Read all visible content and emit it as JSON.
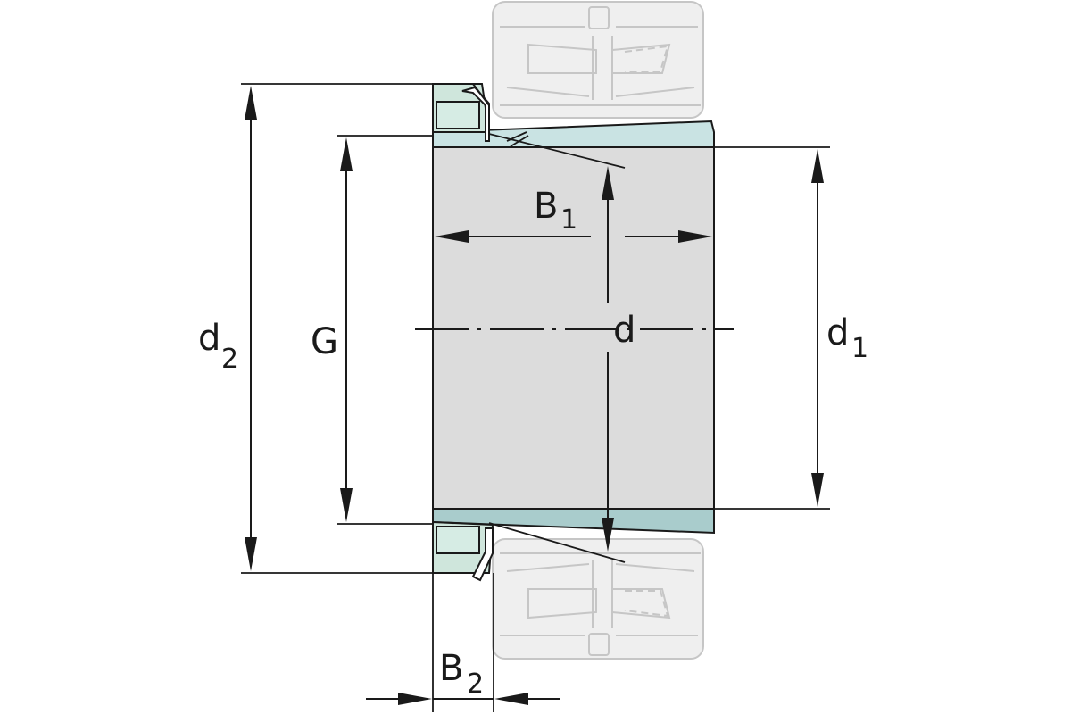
{
  "labels": {
    "d2": {
      "main": "d",
      "sub": "2"
    },
    "G": {
      "main": "G"
    },
    "B1": {
      "main": "B",
      "sub": "1"
    },
    "d": {
      "main": "d"
    },
    "d1": {
      "main": "d",
      "sub": "1"
    },
    "B2": {
      "main": "B",
      "sub": "2"
    }
  },
  "colors": {
    "sleeve": "#dcdcdc",
    "sleeve_taper": "#c9e3e3",
    "sleeve_taper_dark": "#a9cccc",
    "locknut": "#cfe6dc",
    "bearing_ghost": "#efefef",
    "bearing_ghost_stroke": "#c6c6c6",
    "line": "#1a1a1a"
  }
}
